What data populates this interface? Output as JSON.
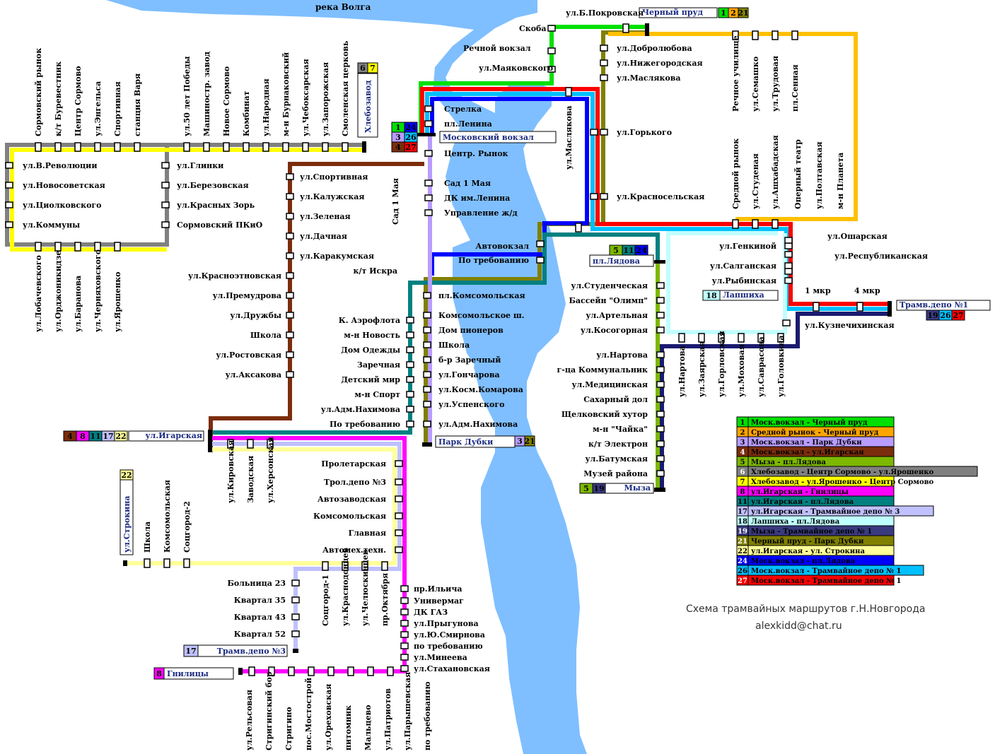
{
  "river_label": "река Волга",
  "caption_title": "Схема трамвайных маршрутов г.Н.Новгорода",
  "caption_email": "alexkidd@chat.ru",
  "colors": {
    "r1": "#00e000",
    "r2": "#ffa500",
    "r3": "#b89cff",
    "r4": "#7b2d0c",
    "r5": "#7cb800",
    "r6": "#808080",
    "r7": "#ffff00",
    "r8": "#ff00ff",
    "r11": "#008080",
    "r17": "#c0c0ff",
    "r18": "#c0ffff",
    "r19": "#3a3a80",
    "r21": "#808000",
    "r22": "#ffff99",
    "r24": "#0000ff",
    "r26": "#00c0ff",
    "r27": "#ff0000",
    "water": "#7fbfff"
  },
  "legend": [
    {
      "num": "1",
      "text": "Моск.вокзал - Черный пруд",
      "color": "#00e000",
      "txt": "#000"
    },
    {
      "num": "2",
      "text": "Средной рынок - Черный пруд",
      "color": "#ffa500",
      "txt": "#000"
    },
    {
      "num": "3",
      "text": "Моск.вокзал - Парк Дубки",
      "color": "#b89cff",
      "txt": "#000"
    },
    {
      "num": "4",
      "text": "Моск.вокзал - ул.Игарская",
      "color": "#7b2d0c",
      "txt": "#fff"
    },
    {
      "num": "5",
      "text": "Мыза - пл.Лядова",
      "color": "#7cb800",
      "txt": "#000"
    },
    {
      "num": "6",
      "text": "Хлебозавод - Центр Сормово - ул.Ярошенко",
      "color": "#808080",
      "txt": "#fff"
    },
    {
      "num": "7",
      "text": "Хлебозавод - ул.Ярошенко - Центр Сормово",
      "color": "#ffff00",
      "txt": "#000"
    },
    {
      "num": "8",
      "text": "ул.Игарская - Гнилицы",
      "color": "#ff00ff",
      "txt": "#000"
    },
    {
      "num": "11",
      "text": "ул.Игарская - пл.Лядова",
      "color": "#008080",
      "txt": "#000"
    },
    {
      "num": "17",
      "text": "ул.Игарская - Трамвайное депо № 3",
      "color": "#c0c0ff",
      "txt": "#000"
    },
    {
      "num": "18",
      "text": "Лапшиха - пл.Лядова",
      "color": "#c0ffff",
      "txt": "#000"
    },
    {
      "num": "19",
      "text": "Мыза - Трамвайное депо № 1",
      "color": "#3a3a80",
      "txt": "#fff"
    },
    {
      "num": "21",
      "text": "Черный пруд - Парк Дубки",
      "color": "#808000",
      "txt": "#fff"
    },
    {
      "num": "22",
      "text": "ул.Игарская - ул. Строкина",
      "color": "#ffff99",
      "txt": "#000"
    },
    {
      "num": "24",
      "text": "Моск.вокзал - пл.Лядова",
      "color": "#0000ff",
      "txt": "#fff"
    },
    {
      "num": "26",
      "text": "Моск.вокзал - Трамвайное депо № 1",
      "color": "#00c0ff",
      "txt": "#000"
    },
    {
      "num": "27",
      "text": "Моск.вокзал - Трамвайное депо № 1",
      "color": "#ff0000",
      "txt": "#fff"
    }
  ],
  "terminals": {
    "cherny_prud": "Черный пруд",
    "moskovsky_vokzal": "Московский вокзал",
    "khlebozavod": "Хлебозавод",
    "park_dubki": "Парк Дубки",
    "pl_lyadova": "пл.Лядова",
    "lapshikha": "Лапшиха",
    "tram_depo_1": "Трамв.депо №1",
    "igarskaya": "ул.Игарская",
    "myza": "Мыза",
    "strokina": "ул.Строкина",
    "tram_depo_3": "Трамв.депо №3",
    "gnilitsy": "Гнилицы"
  },
  "terminal_routes": {
    "cherny_prud": [
      "1",
      "2",
      "21"
    ],
    "khlebozavod": [
      "6",
      "7"
    ],
    "moskovsky_vokzal_a": [
      "1",
      "24"
    ],
    "moskovsky_vokzal_b": [
      "3",
      "26"
    ],
    "moskovsky_vokzal_c": [
      "4",
      "27"
    ],
    "park_dubki": [
      "3",
      "21"
    ],
    "pl_lyadova": [
      "5",
      "11",
      "24"
    ],
    "lapshikha": [
      "18"
    ],
    "tram_depo_1": [
      "19",
      "26",
      "27"
    ],
    "igarskaya": [
      "4",
      "8",
      "11",
      "17",
      "22"
    ],
    "myza": [
      "5",
      "19"
    ],
    "strokina": [
      "22"
    ],
    "tram_depo_3": [
      "17"
    ],
    "gnilitsy": [
      "8"
    ]
  },
  "stops": {
    "top_center": [
      "ул.Б.Покровская",
      "Скоба",
      "Речной вокзал",
      "ул.Маяковского"
    ],
    "sormovo_top": [
      "Сормовский рынок",
      "к/т Буревестник",
      "Центр Сормово",
      "ул.Энгельса",
      "Спортивная",
      "станция Варя",
      "ул.50 лет Победы",
      "Машиностр. завод",
      "Новое Сормово",
      "Комбинат",
      "ул.Народная",
      "м-н Бурнаковский",
      "ул.Чебоксарская",
      "ул.Запорожская",
      "Смоленская церковь"
    ],
    "sormovo_left": [
      "ул.В.Революции",
      "ул.Новосоветская",
      "ул.Циолковского",
      "ул.Коммуны"
    ],
    "sormovo_right": [
      "ул.Глинки",
      "ул.Березовская",
      "ул.Красных Зорь",
      "Сормовский ПКиО"
    ],
    "sormovo_bottom": [
      "ул.Лобачевского",
      "ул.Орджоникидзе",
      "ул.Баранова",
      "ул.Черняховского",
      "ул.Ярошенко"
    ],
    "center": [
      "Стрелка",
      "пл.Ленина",
      "Центр. Рынок",
      "Сад 1 Мая",
      "ДК им.Ленина",
      "Управление ж/д"
    ],
    "sad_vertical": "Сад 1 Мая",
    "route4": [
      "ул.Спортивная",
      "ул.Калужская",
      "ул.Зеленая",
      "ул.Дачная",
      "ул.Каракумская",
      "ул.Красноэтновская",
      "ул.Премудрова",
      "ул.Дружбы",
      "Школа",
      "ул.Ростовская",
      "ул.Аксакова"
    ],
    "kt_iskra": "к/т Искра",
    "route11": [
      "К. Аэрофлота",
      "м-н Новость",
      "Дом Одежды",
      "Заречная",
      "Детский мир",
      "м-н Спорт",
      "ул.Адм.Нахимова",
      "По требованию"
    ],
    "route3": [
      "пл.Комсомольская",
      "Комсомольское ш.",
      "Дом пионеров",
      "Школа",
      "б-р Заречный",
      "ул.Гончарова",
      "ул.Косм.Комарова",
      "ул.Успенского",
      "ул.Адм.Нахимова"
    ],
    "avtovokzal": [
      "Автовокзал",
      "По требованию"
    ],
    "maslyakova_v": "ул.Маслякова",
    "upper_right_left": [
      "ул.Добролюбова",
      "ул.Нижегородская",
      "ул.Маслякова",
      "ул.Горького",
      "ул.Красносельская"
    ],
    "upper_right_top": [
      "Речное училище",
      "ул.Семашко",
      "ул.Трудовая",
      "пл.Сенная"
    ],
    "upper_right_bottom": [
      "Средной рынок",
      "ул.Студеная",
      "ул.Ашхабадская",
      "Оперный театр",
      "ул.Полтавская",
      "м-н Планета"
    ],
    "right_middle": [
      "ул.Генкиной",
      "ул.Салганская",
      "ул.Рыбинская"
    ],
    "right_east": [
      "ул.Ошарская",
      "ул.Республиканская"
    ],
    "mkr": [
      "1 мкр",
      "4 мкр"
    ],
    "kuznechikha": "ул.Кузнечихинская",
    "lyadova_down": [
      "ул.Студенческая",
      "Бассейн \"Олимп\"",
      "ул.Артельная",
      "ул.Косогорная"
    ],
    "myza_line": [
      "ул.Нартова",
      "г-ца Коммунальник",
      "ул.Медицинская",
      "Сахарный дол",
      "Щелковский хутор",
      "м-н \"Чайка\"",
      "к/т Электрон",
      "ул.Батумская",
      "Музей района"
    ],
    "bottom_right_v": [
      "ул.Нартова",
      "ул.Заярская",
      "ул.Горловская",
      "ул.Моховая",
      "ул.Саврасова",
      "ул.Головкина"
    ],
    "igarskaya_down": [
      "ул.Кировская",
      "Заводская",
      "ул.Херсонская"
    ],
    "avtozavod_right": [
      "Пролетарская",
      "Трол.депо №3",
      "Автозаводская",
      "Комсомольская",
      "Главная",
      "Автомех.техн."
    ],
    "strokina_line": [
      "Школа",
      "Комсомольская",
      "Соцгород-2"
    ],
    "route17": [
      "Больница 23",
      "Квартал 35",
      "Квартал 43",
      "Квартал 52"
    ],
    "route17_v": [
      "Соцгород-1",
      "ул.Краснодонцев",
      "ул.Челюскинцев",
      "пр.Октября"
    ],
    "route8_right": [
      "пр.Ильича",
      "Универмаг",
      "ДК ГАЗ",
      "ул.Прыгунова",
      "ул.Ю.Смирнова",
      "по требованию",
      "ул.Минеева",
      "ул.Стахановская"
    ],
    "gnilitsy_bottom": [
      "ул.Рельсовая",
      "Стригинский бор",
      "Стригино",
      "пос.Мостострой",
      "ул.Ореховская",
      "питомник",
      "Мальцево",
      "ул.Патриотов",
      "ул.Парышевская",
      "по требованию"
    ]
  }
}
